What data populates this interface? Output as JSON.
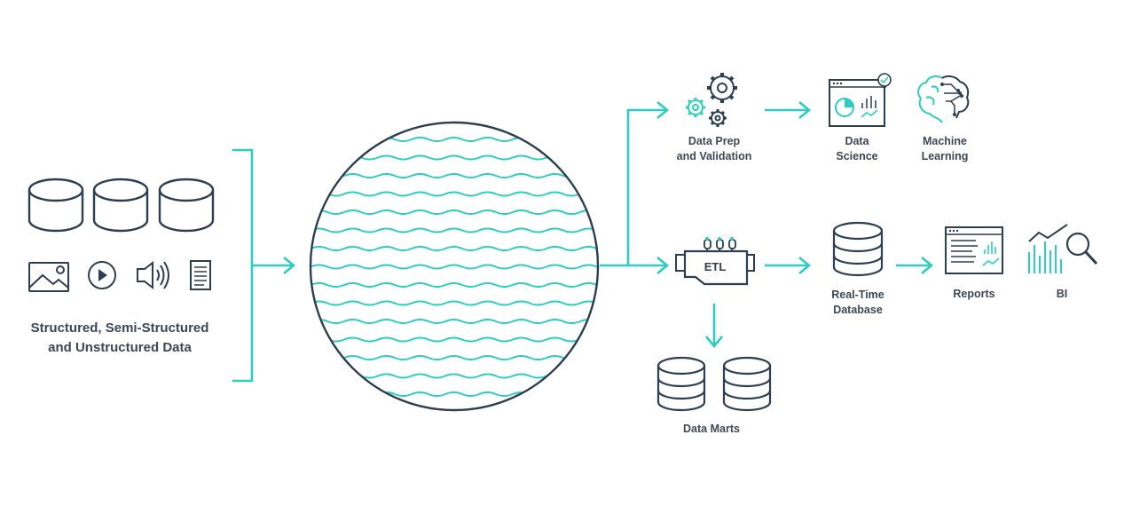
{
  "colors": {
    "accent": "#2ecdc1",
    "ink": "#2c3e50",
    "text": "#3d4756"
  },
  "sources": {
    "line1": "Structured, Semi-Structured",
    "line2": "and Unstructured Data",
    "icons": [
      "database-icon",
      "database-icon",
      "database-icon",
      "image-icon",
      "play-icon",
      "speaker-icon",
      "document-icon"
    ]
  },
  "lake": {
    "icon": "wave-circle-icon"
  },
  "nodes": {
    "data_prep": {
      "line1": "Data Prep",
      "line2": "and Validation",
      "icon": "gears-icon"
    },
    "data_science": {
      "line1": "Data",
      "line2": "Science",
      "icon": "dashboard-icon"
    },
    "machine_learning": {
      "line1": "Machine",
      "line2": "Learning",
      "icon": "brain-circuit-icon"
    },
    "etl": {
      "text": "ETL",
      "icon": "etl-machine-icon"
    },
    "realtime_db": {
      "line1": "Real-Time",
      "line2": "Database",
      "icon": "database-icon"
    },
    "reports": {
      "label": "Reports",
      "icon": "report-icon"
    },
    "bi": {
      "label": "BI",
      "icon": "chart-magnifier-icon"
    },
    "data_marts": {
      "label": "Data Marts",
      "icon": "database-stack-icon"
    }
  }
}
